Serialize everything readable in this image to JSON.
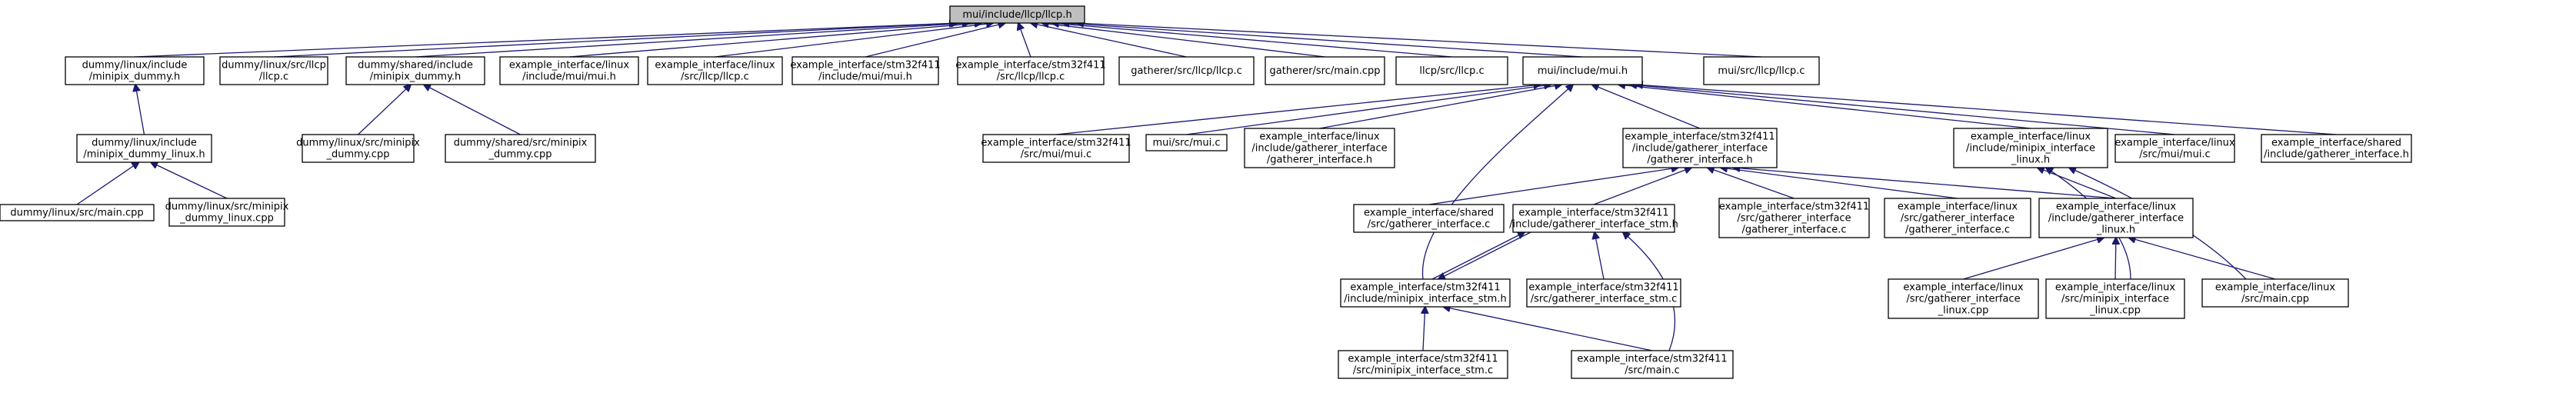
{
  "graph": {
    "root": "n0",
    "nodes": [
      {
        "id": "n0",
        "lines": [
          "mui/include/llcp/llcp.h"
        ]
      },
      {
        "id": "n1",
        "lines": [
          "dummy/linux/include",
          "/minipix_dummy.h"
        ]
      },
      {
        "id": "n2",
        "lines": [
          "dummy/linux/src/llcp",
          "/llcp.c"
        ]
      },
      {
        "id": "n3",
        "lines": [
          "dummy/shared/include",
          "/minipix_dummy.h"
        ]
      },
      {
        "id": "n4",
        "lines": [
          "example_interface/linux",
          "/include/mui/mui.h"
        ]
      },
      {
        "id": "n5",
        "lines": [
          "example_interface/linux",
          "/src/llcp/llcp.c"
        ]
      },
      {
        "id": "n6",
        "lines": [
          "example_interface/stm32f411",
          "/include/mui/mui.h"
        ]
      },
      {
        "id": "n7",
        "lines": [
          "example_interface/stm32f411",
          "/src/llcp/llcp.c"
        ]
      },
      {
        "id": "n8",
        "lines": [
          "gatherer/src/llcp/llcp.c"
        ]
      },
      {
        "id": "n9",
        "lines": [
          "gatherer/src/main.cpp"
        ]
      },
      {
        "id": "n10",
        "lines": [
          "llcp/src/llcp.c"
        ]
      },
      {
        "id": "n11",
        "lines": [
          "mui/include/mui.h"
        ]
      },
      {
        "id": "n12",
        "lines": [
          "mui/src/llcp/llcp.c"
        ]
      },
      {
        "id": "n13",
        "lines": [
          "dummy/linux/include",
          "/minipix_dummy_linux.h"
        ]
      },
      {
        "id": "n14",
        "lines": [
          "dummy/linux/src/minipix",
          "_dummy.cpp"
        ]
      },
      {
        "id": "n15",
        "lines": [
          "dummy/shared/src/minipix",
          "_dummy.cpp"
        ]
      },
      {
        "id": "n16",
        "lines": [
          "dummy/linux/src/main.cpp"
        ]
      },
      {
        "id": "n17",
        "lines": [
          "dummy/linux/src/minipix",
          "_dummy_linux.cpp"
        ]
      },
      {
        "id": "n18",
        "lines": [
          "example_interface/stm32f411",
          "/src/mui/mui.c"
        ]
      },
      {
        "id": "n19",
        "lines": [
          "mui/src/mui.c"
        ]
      },
      {
        "id": "n20",
        "lines": [
          "example_interface/linux",
          "/include/gatherer_interface",
          "/gatherer_interface.h"
        ]
      },
      {
        "id": "n21",
        "lines": [
          "example_interface/stm32f411",
          "/include/gatherer_interface",
          "/gatherer_interface.h"
        ]
      },
      {
        "id": "n22",
        "lines": [
          "example_interface/linux",
          "/include/minipix_interface",
          "_linux.h"
        ]
      },
      {
        "id": "n23",
        "lines": [
          "example_interface/linux",
          "/src/mui/mui.c"
        ]
      },
      {
        "id": "n24",
        "lines": [
          "example_interface/shared",
          "/include/gatherer_interface.h"
        ]
      },
      {
        "id": "n25",
        "lines": [
          "example_interface/shared",
          "/src/gatherer_interface.c"
        ]
      },
      {
        "id": "n26",
        "lines": [
          "example_interface/stm32f411",
          "/include/gatherer_interface_stm.h"
        ]
      },
      {
        "id": "n27",
        "lines": [
          "example_interface/stm32f411",
          "/src/gatherer_interface",
          "/gatherer_interface.c"
        ]
      },
      {
        "id": "n28",
        "lines": [
          "example_interface/linux",
          "/src/gatherer_interface",
          "/gatherer_interface.c"
        ]
      },
      {
        "id": "n29",
        "lines": [
          "example_interface/linux",
          "/include/gatherer_interface",
          "_linux.h"
        ]
      },
      {
        "id": "n30",
        "lines": [
          "example_interface/stm32f411",
          "/include/minipix_interface_stm.h"
        ]
      },
      {
        "id": "n31",
        "lines": [
          "example_interface/stm32f411",
          "/src/gatherer_interface_stm.c"
        ]
      },
      {
        "id": "n32",
        "lines": [
          "example_interface/linux",
          "/src/gatherer_interface",
          "_linux.cpp"
        ]
      },
      {
        "id": "n33",
        "lines": [
          "example_interface/linux",
          "/src/minipix_interface",
          "_linux.cpp"
        ]
      },
      {
        "id": "n34",
        "lines": [
          "example_interface/linux",
          "/src/main.cpp"
        ]
      },
      {
        "id": "n35",
        "lines": [
          "example_interface/stm32f411",
          "/src/minipix_interface_stm.c"
        ]
      },
      {
        "id": "n36",
        "lines": [
          "example_interface/stm32f411",
          "/src/main.c"
        ]
      }
    ],
    "edges": [
      [
        "n1",
        "n0"
      ],
      [
        "n2",
        "n0"
      ],
      [
        "n3",
        "n0"
      ],
      [
        "n4",
        "n0"
      ],
      [
        "n5",
        "n0"
      ],
      [
        "n6",
        "n0"
      ],
      [
        "n7",
        "n0"
      ],
      [
        "n8",
        "n0"
      ],
      [
        "n9",
        "n0"
      ],
      [
        "n10",
        "n0"
      ],
      [
        "n11",
        "n0"
      ],
      [
        "n12",
        "n0"
      ],
      [
        "n13",
        "n1"
      ],
      [
        "n14",
        "n3"
      ],
      [
        "n15",
        "n3"
      ],
      [
        "n16",
        "n13"
      ],
      [
        "n17",
        "n13"
      ],
      [
        "n18",
        "n11"
      ],
      [
        "n19",
        "n11"
      ],
      [
        "n20",
        "n11"
      ],
      [
        "n21",
        "n11"
      ],
      [
        "n22",
        "n11"
      ],
      [
        "n23",
        "n11"
      ],
      [
        "n24",
        "n11"
      ],
      [
        "n30",
        "n11"
      ],
      [
        "n25",
        "n21"
      ],
      [
        "n26",
        "n21"
      ],
      [
        "n27",
        "n21"
      ],
      [
        "n28",
        "n21"
      ],
      [
        "n29",
        "n21"
      ],
      [
        "n29",
        "n22"
      ],
      [
        "n33",
        "n22"
      ],
      [
        "n34",
        "n22"
      ],
      [
        "n30",
        "n26"
      ],
      [
        "n31",
        "n26"
      ],
      [
        "n36",
        "n26"
      ],
      [
        "n26",
        "n30"
      ],
      [
        "n32",
        "n29"
      ],
      [
        "n33",
        "n29"
      ],
      [
        "n34",
        "n29"
      ],
      [
        "n35",
        "n30"
      ],
      [
        "n36",
        "n30"
      ]
    ]
  }
}
